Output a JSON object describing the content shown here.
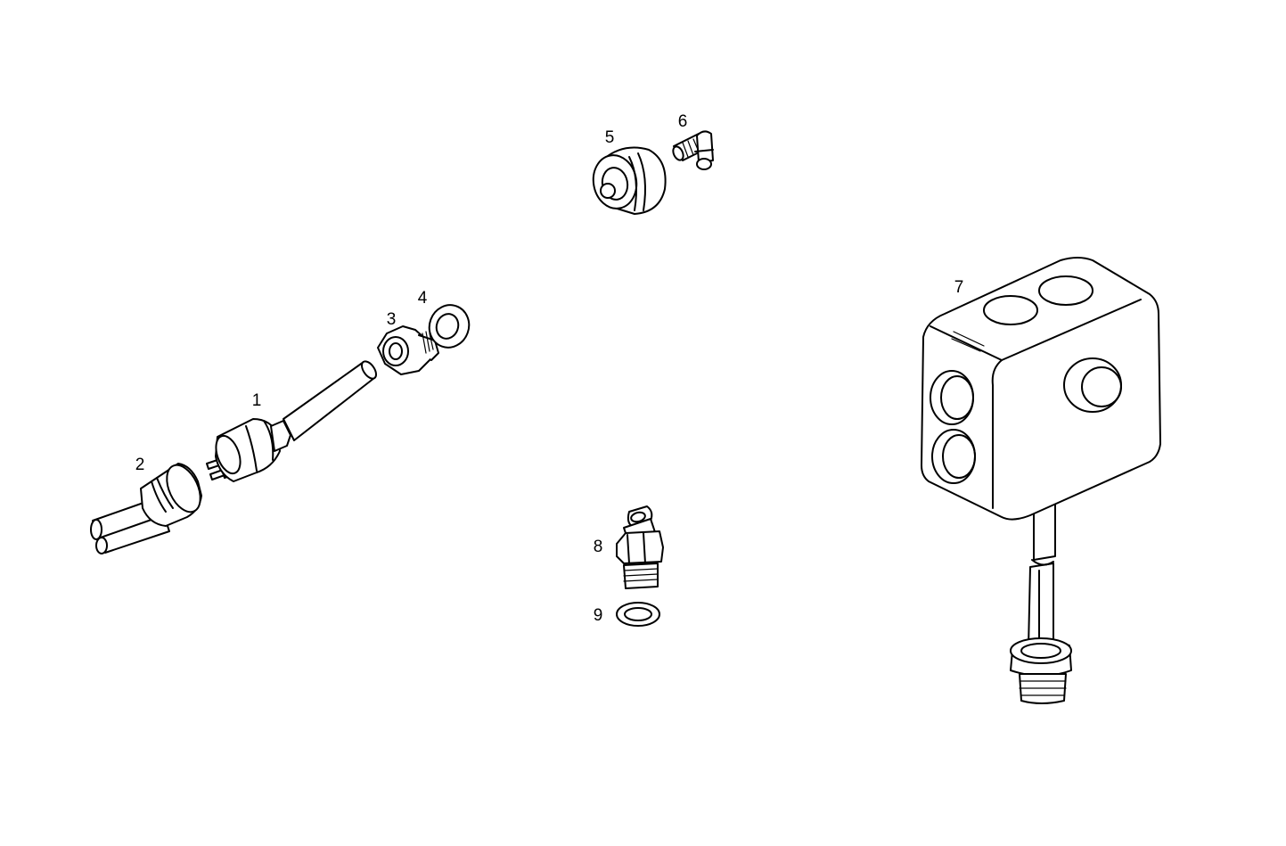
{
  "diagram": {
    "background": "#ffffff",
    "line_color": "#000000",
    "callouts": {
      "c1": "1",
      "c2": "2",
      "c3": "3",
      "c4": "4",
      "c5": "5",
      "c6": "6",
      "c7": "7",
      "c8": "8",
      "c9": "9"
    }
  }
}
